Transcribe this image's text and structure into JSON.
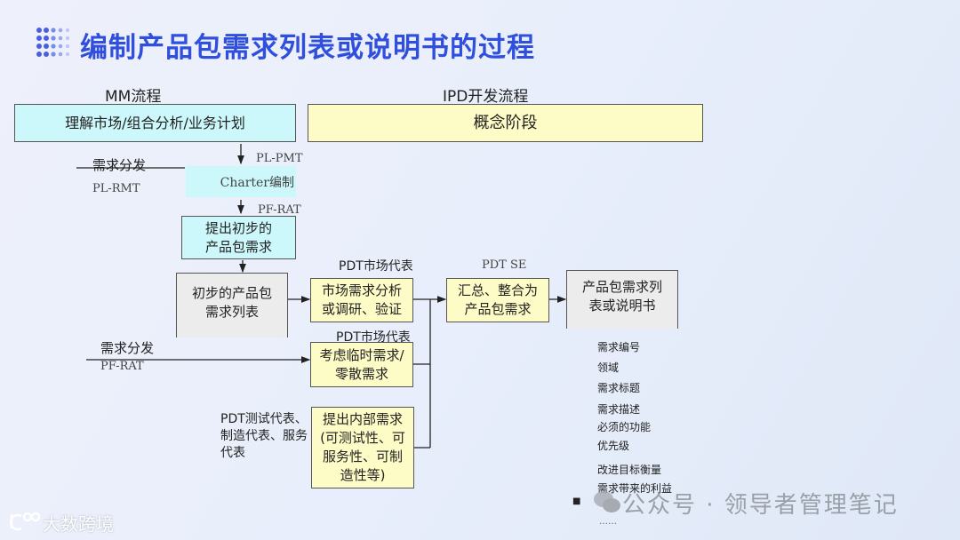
{
  "title": "编制产品包需求列表或说明书的过程",
  "mm_label": "MM流程",
  "ipd_label": "IPD开发流程",
  "boxes": {
    "market": "理解市场/组合分析/业务计划",
    "concept": "概念阶段",
    "charter": "Charter编制",
    "initial_req": "提出初步的产品包需求",
    "initial_list": "初步的产品包需求列表",
    "market_analysis": "市场需求分析或调研、验证",
    "temp_req": "考虑临时需求/零散需求",
    "internal_req": "提出内部需求(可测试性、可服务性、可制造性等)",
    "consolidate": "汇总、整合为产品包需求",
    "final": "产品包需求列表或说明书"
  },
  "labels": {
    "pl_pmt": "PL-PMT",
    "req_dist1": "需求分发",
    "pl_rmt": "PL-RMT",
    "pf_rat1": "PF-RAT",
    "pdt_market1": "PDT市场代表",
    "pdt_market2": "PDT市场代表",
    "req_dist2": "需求分发",
    "pf_rat2": "PF-RAT",
    "pdt_others": "PDT测试代表、制造代表、服务代表",
    "pdt_se": "PDT SE"
  },
  "fields": [
    "需求编号",
    "领域",
    "需求标题",
    "需求描述",
    "必须的功能",
    "优先级",
    "改进目标衡量",
    "需求带来的利益"
  ],
  "bullet": "■",
  "ellipsis": "……",
  "watermark": "公众号 · 领导者管理笔记",
  "logo": "大数跨境",
  "colors": {
    "title": "#2f4fdc",
    "cyan": "#ccf8fb",
    "yellow": "#fdfbc6",
    "gray": "#ececec"
  }
}
